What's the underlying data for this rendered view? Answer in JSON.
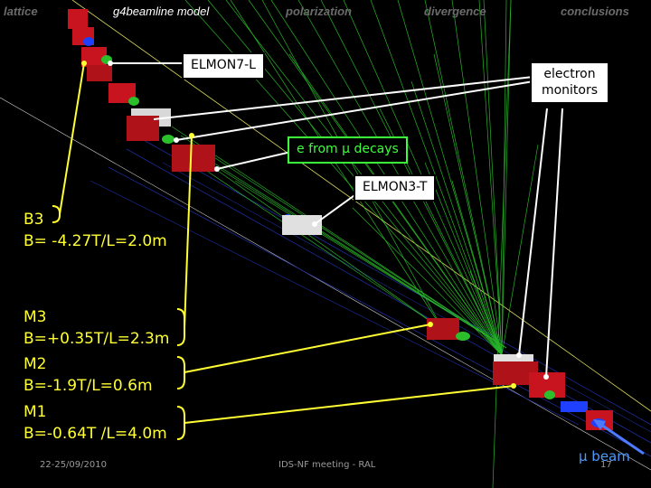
{
  "nav": {
    "items": [
      "lattice",
      "g4beamline model",
      "polarization",
      "divergence",
      "conclusions"
    ],
    "active_index": 1
  },
  "callouts": {
    "elmon7": "ELMON7-L",
    "decays": "e from μ decays",
    "elmon3": "ELMON3-T",
    "electron_monitors": "electron\nmonitors"
  },
  "magnets": {
    "b3": {
      "name": "B3",
      "params": "B= -4.27T/L=2.0m"
    },
    "m3": {
      "name": "M3",
      "params": "B=+0.35T/L=2.3m"
    },
    "m2": {
      "name": "M2",
      "params": "B=-1.9T/L=0.6m"
    },
    "m1": {
      "name": "M1",
      "params": "B=-0.64T /L=4.0m"
    }
  },
  "footer": {
    "date": "22-25/09/2010",
    "meeting": "IDS-NF meeting - RAL",
    "page": "17"
  },
  "beam_label": "μ beam",
  "colors": {
    "annotation_yellow": "#ffff33",
    "decay_green": "#3cff3c",
    "magnet_red": "#c8141e",
    "beam_blue": "#2040ff",
    "background": "#000000"
  }
}
